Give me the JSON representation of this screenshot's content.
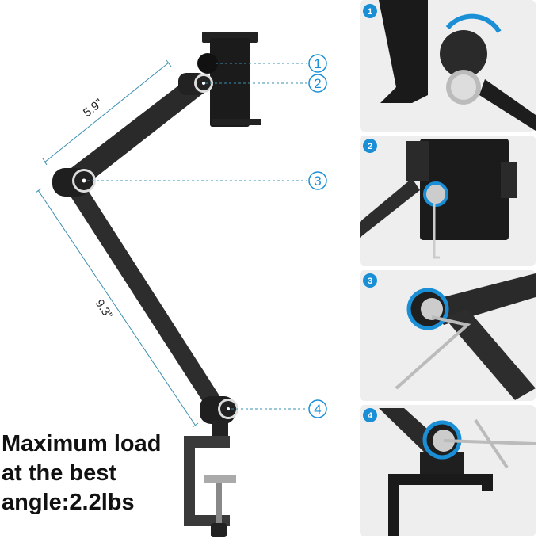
{
  "dimensions": {
    "upper_arm": "5.9\"",
    "lower_arm": "9.3\""
  },
  "callouts": [
    "1",
    "2",
    "3",
    "4"
  ],
  "panels": [
    {
      "badge": "1"
    },
    {
      "badge": "2"
    },
    {
      "badge": "3"
    },
    {
      "badge": "4"
    }
  ],
  "load_text": [
    "Maximum load",
    "at the best",
    "angle:2.2lbs"
  ],
  "colors": {
    "accent": "#1a8fd6",
    "product": "#1e1e1e",
    "panel_bg": "#eeeeee"
  }
}
